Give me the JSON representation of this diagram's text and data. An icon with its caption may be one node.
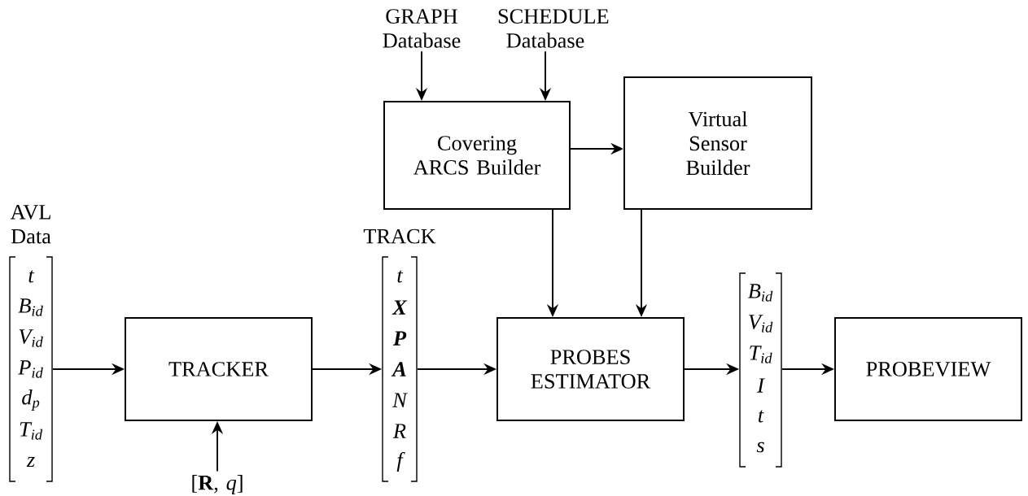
{
  "diagram": {
    "nodes": [
      {
        "text": [
          "GRAPH Database"
        ]
      },
      {
        "text": [
          "SCHEDULE Database"
        ]
      },
      {
        "text": [
          "Covering ARCS Builder"
        ]
      },
      {
        "text": [
          "Virtual Sensor Builder"
        ]
      },
      {
        "text": [
          "AVL Data",
          "t",
          "B$_{id}$",
          "V$_{id}$",
          "P$_{id}$",
          "d$_{p}$",
          "T$_{id}$",
          "z"
        ]
      },
      {
        "text": [
          "TRACKER"
        ]
      },
      {
        "text": [
          "[**R**, *q*]"
        ]
      },
      {
        "text": [
          "TRACK",
          "t",
          "**X**",
          "**P**",
          "**A**",
          "N",
          "R",
          "f"
        ]
      },
      {
        "text": [
          "PROBES ESTIMATOR"
        ]
      },
      {
        "text": [
          "B$_{id}$",
          "V$_{id}$",
          "T$_{id}$",
          "I",
          "t",
          "s"
        ]
      },
      {
        "text": [
          "PROBEVIEW"
        ]
      }
    ],
    "edges": [
      {
        "from": 0,
        "to": 2,
        "arrow": "to"
      },
      {
        "from": 1,
        "to": 2,
        "arrow": "to"
      },
      {
        "from": 2,
        "to": 3,
        "arrow": "to"
      },
      {
        "from": 2,
        "to": 8,
        "arrow": "to"
      },
      {
        "from": 3,
        "to": 8,
        "arrow": "to"
      },
      {
        "from": 4,
        "to": 5,
        "arrow": "to"
      },
      {
        "from": 6,
        "to": 5,
        "arrow": "to"
      },
      {
        "from": 5,
        "to": 7,
        "arrow": "to"
      },
      {
        "from": 7,
        "to": 8,
        "arrow": "to"
      },
      {
        "from": 8,
        "to": 9,
        "arrow": "to"
      },
      {
        "from": 9,
        "to": 10,
        "arrow": "to"
      }
    ]
  }
}
